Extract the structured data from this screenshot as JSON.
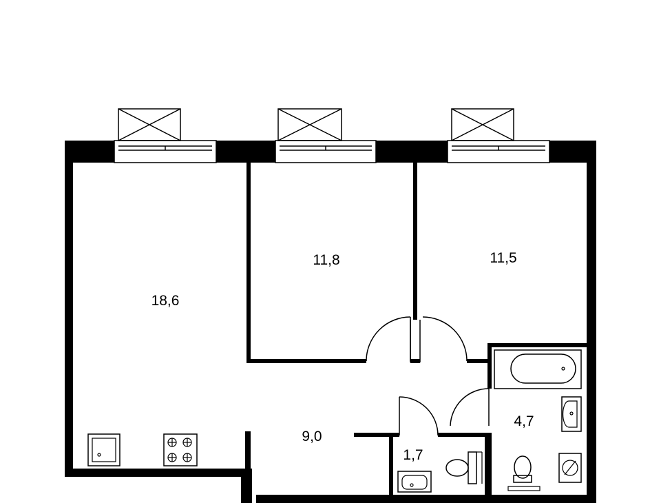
{
  "rooms": {
    "living_kitchen": {
      "area": "18,6"
    },
    "bedroom_1": {
      "area": "11,8"
    },
    "bedroom_2": {
      "area": "11,5"
    },
    "hallway": {
      "area": "9,0"
    },
    "toilet": {
      "area": "1,7"
    },
    "bathroom": {
      "area": "4,7"
    }
  },
  "colors": {
    "wall": "#000000",
    "background": "#ffffff"
  }
}
